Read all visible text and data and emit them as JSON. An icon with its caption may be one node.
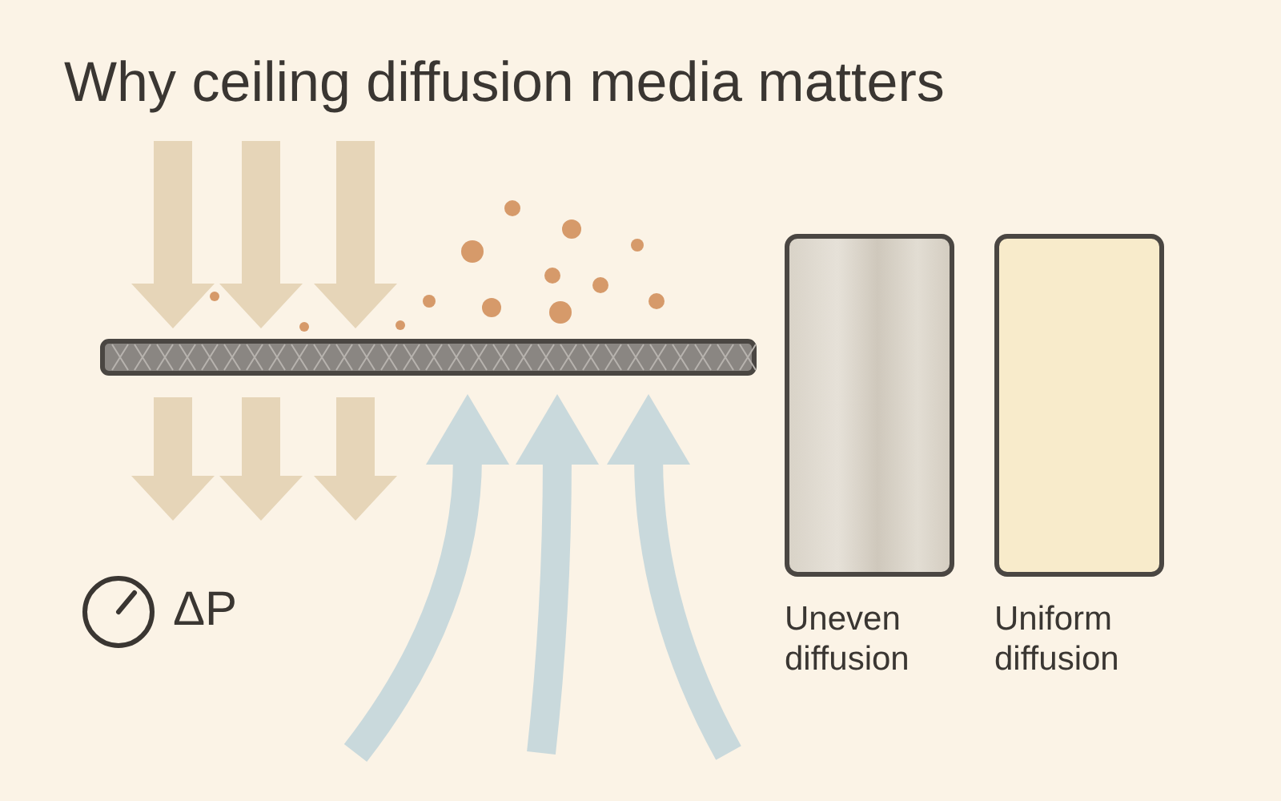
{
  "diagram": {
    "title": "Why ceiling diffusion media matters",
    "nodes": [
      {
        "text": [
          "Uneven diffusion"
        ]
      },
      {
        "text": [
          "Uniform diffusion"
        ]
      }
    ],
    "labels": [
      "ΔP"
    ]
  }
}
